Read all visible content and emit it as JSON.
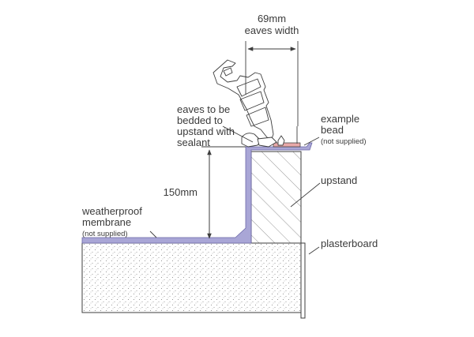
{
  "diagram": {
    "labels": {
      "eaves_width_value": "69mm",
      "eaves_width_text": "eaves width",
      "eaves_note_1": "eaves to be",
      "eaves_note_2": "bedded to",
      "eaves_note_3": "upstand with",
      "eaves_note_4": "sealant",
      "bead_title": "example",
      "bead_title_2": "bead",
      "bead_note": "(not supplied)",
      "upstand": "upstand",
      "height": "150mm",
      "membrane_1": "weatherproof",
      "membrane_2": "membrane",
      "membrane_note": "(not supplied)",
      "plasterboard": "plasterboard"
    },
    "colors": {
      "membrane": "#a9a6d6",
      "membrane_stroke": "#6b67a8",
      "lines": "#3d3d3d",
      "hatch": "#8a8a8a",
      "slab_dots": "#7a7a7a",
      "bead": "#e8a9a9"
    }
  }
}
